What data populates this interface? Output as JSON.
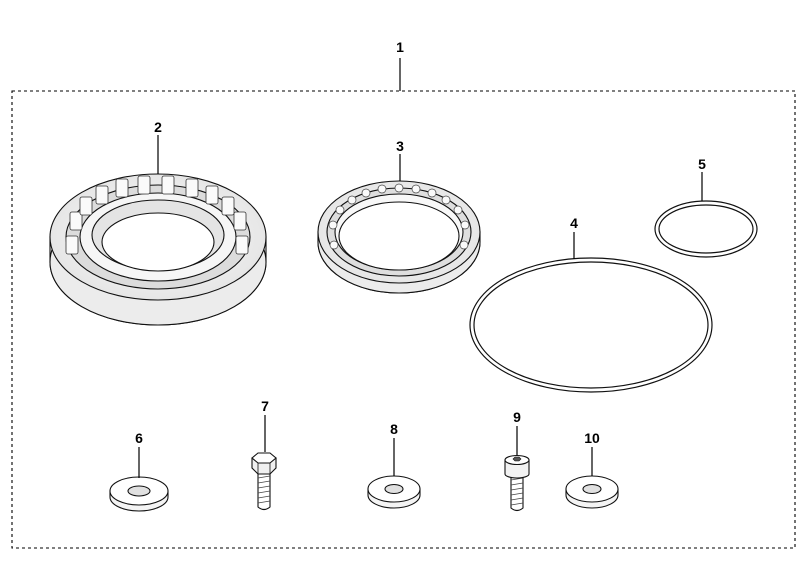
{
  "callouts": {
    "c1": "1",
    "c2": "2",
    "c3": "3",
    "c4": "4",
    "c5": "5",
    "c6": "6",
    "c7": "7",
    "c8": "8",
    "c9": "9",
    "c10": "10"
  },
  "colors": {
    "line": "#000000",
    "bearing_face": "#f2f2f2",
    "background": "#ffffff"
  },
  "icons": {
    "p2": "roller-bearing-icon",
    "p3": "ball-bearing-icon",
    "p4": "large-o-ring-icon",
    "p5": "small-o-ring-icon",
    "p6": "washer-icon",
    "p7": "hex-bolt-icon",
    "p8": "washer-icon",
    "p9": "socket-screw-icon",
    "p10": "washer-icon"
  }
}
